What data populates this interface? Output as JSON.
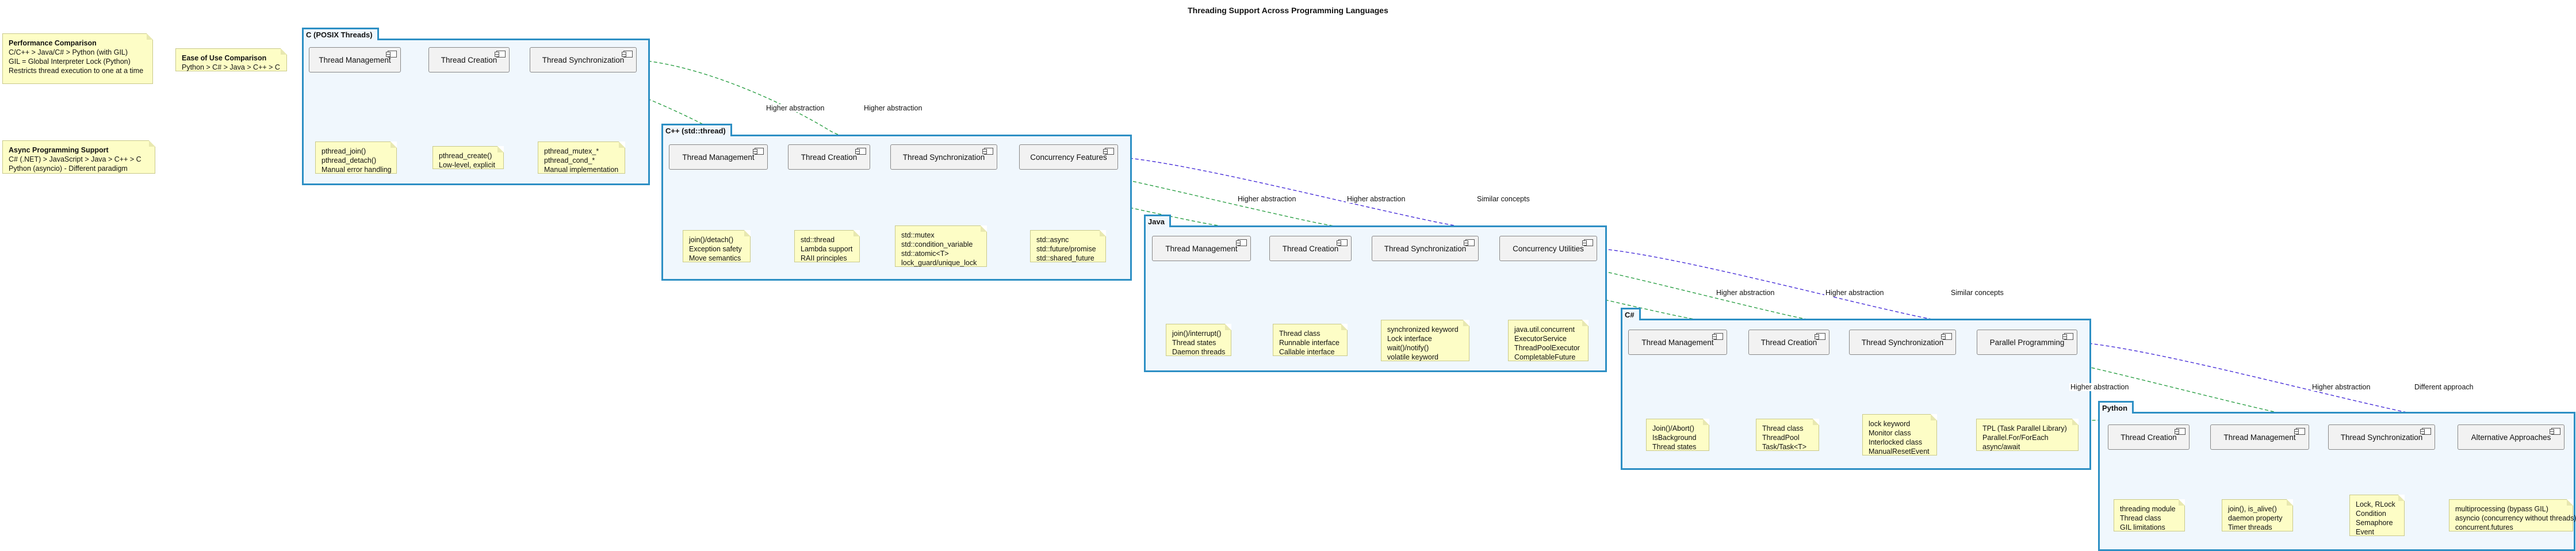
{
  "title": "Threading Support Across Programming Languages",
  "colors": {
    "package_border": "#2d8fc4",
    "package_fill": "#f0f7fd",
    "note_fill": "#fdfdc6",
    "green_edge": "#1f9a3a",
    "blue_edge": "#3a1fd6",
    "connector": "#b0ad6e"
  },
  "side_notes": {
    "performance": {
      "title": "Performance Comparison",
      "line1": "C/C++ > Java/C# > Python (with GIL)",
      "line2": "GIL = Global Interpreter Lock (Python)",
      "line3": "Restricts thread execution to one at a time"
    },
    "ease": {
      "title": "Ease of Use Comparison",
      "line1": "Python > C# > Java > C++ > C"
    },
    "async": {
      "title": "Async Programming Support",
      "line1": "C# (.NET) > JavaScript > Java > C++ > C",
      "line2": "Python (asyncio) - Different paradigm"
    }
  },
  "packages": {
    "c": {
      "name": "C (POSIX Threads)",
      "components": {
        "mgmt": "Thread Management",
        "creation": "Thread Creation",
        "sync": "Thread Synchronization"
      },
      "notes": {
        "mgmt": [
          "pthread_join()",
          "pthread_detach()",
          "Manual error handling"
        ],
        "creation": [
          "pthread_create()",
          "Low-level, explicit"
        ],
        "sync": [
          "pthread_mutex_*",
          "pthread_cond_*",
          "Manual implementation"
        ]
      }
    },
    "cpp": {
      "name": "C++ (std::thread)",
      "components": {
        "mgmt": "Thread Management",
        "creation": "Thread Creation",
        "sync": "Thread Synchronization",
        "features": "Concurrency Features"
      },
      "notes": {
        "mgmt": [
          "join()/detach()",
          "Exception safety",
          "Move semantics"
        ],
        "creation": [
          "std::thread",
          "Lambda support",
          "RAII principles"
        ],
        "sync": [
          "std::mutex",
          "std::condition_variable",
          "std::atomic<T>",
          "lock_guard/unique_lock"
        ],
        "features": [
          "std::async",
          "std::future/promise",
          "std::shared_future"
        ]
      }
    },
    "java": {
      "name": "Java",
      "components": {
        "mgmt": "Thread Management",
        "creation": "Thread Creation",
        "sync": "Thread Synchronization",
        "util": "Concurrency Utilities"
      },
      "notes": {
        "mgmt": [
          "join()/interrupt()",
          "Thread states",
          "Daemon threads"
        ],
        "creation": [
          "Thread class",
          "Runnable interface",
          "Callable interface"
        ],
        "sync": [
          "synchronized keyword",
          "Lock interface",
          "wait()/notify()",
          "volatile keyword"
        ],
        "util": [
          "java.util.concurrent",
          "ExecutorService",
          "ThreadPoolExecutor",
          "CompletableFuture"
        ]
      }
    },
    "cs": {
      "name": "C#",
      "components": {
        "mgmt": "Thread Management",
        "creation": "Thread Creation",
        "sync": "Thread Synchronization",
        "parallel": "Parallel Programming"
      },
      "notes": {
        "mgmt": [
          "Join()/Abort()",
          "IsBackground",
          "Thread states"
        ],
        "creation": [
          "Thread class",
          "ThreadPool",
          "Task/Task<T>"
        ],
        "sync": [
          "lock keyword",
          "Monitor class",
          "Interlocked class",
          "ManualResetEvent"
        ],
        "parallel": [
          "TPL (Task Parallel Library)",
          "Parallel.For/ForEach",
          "async/await"
        ]
      }
    },
    "py": {
      "name": "Python",
      "components": {
        "creation": "Thread Creation",
        "mgmt": "Thread Management",
        "sync": "Thread Synchronization",
        "alt": "Alternative Approaches"
      },
      "notes": {
        "creation": [
          "threading module",
          "Thread class",
          "GIL limitations"
        ],
        "mgmt": [
          "join(), is_alive()",
          "daemon property",
          "Timer threads"
        ],
        "sync": [
          "Lock, RLock",
          "Condition",
          "Semaphore",
          "Event"
        ],
        "alt": [
          "multiprocessing (bypass GIL)",
          "asyncio (concurrency without threads)",
          "concurrent.futures"
        ]
      }
    }
  },
  "edge_labels": {
    "higher_abstraction": "Higher abstraction",
    "similar_concepts": "Similar concepts",
    "different_approach": "Different approach"
  }
}
